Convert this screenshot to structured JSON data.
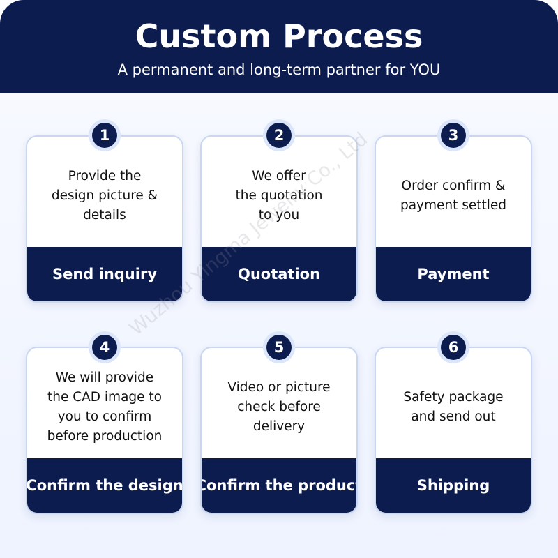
{
  "header": {
    "title": "Custom Process",
    "subtitle": "A permanent and long-term partner for YOU"
  },
  "watermark": "Wuzhou Yingma Jewelry Co., Ltd",
  "steps": [
    {
      "number": "1",
      "description": "Provide the\ndesign picture &\ndetails",
      "label": "Send inquiry"
    },
    {
      "number": "2",
      "description": "We offer\nthe quotation\nto you",
      "label": "Quotation"
    },
    {
      "number": "3",
      "description": "Order confirm &\npayment settled",
      "label": "Payment"
    },
    {
      "number": "4",
      "description": "We will provide\nthe CAD image to\nyou to confirm\nbefore production",
      "label": "Confirm the design"
    },
    {
      "number": "5",
      "description": "Video or picture\ncheck before\ndelivery",
      "label": "Confirm the product"
    },
    {
      "number": "6",
      "description": "Safety package\nand send out",
      "label": "Shipping"
    }
  ],
  "colors": {
    "navy": "#0d1c4f",
    "badge_ring": "#dbe6fb",
    "card_border": "#c9d7f1"
  }
}
